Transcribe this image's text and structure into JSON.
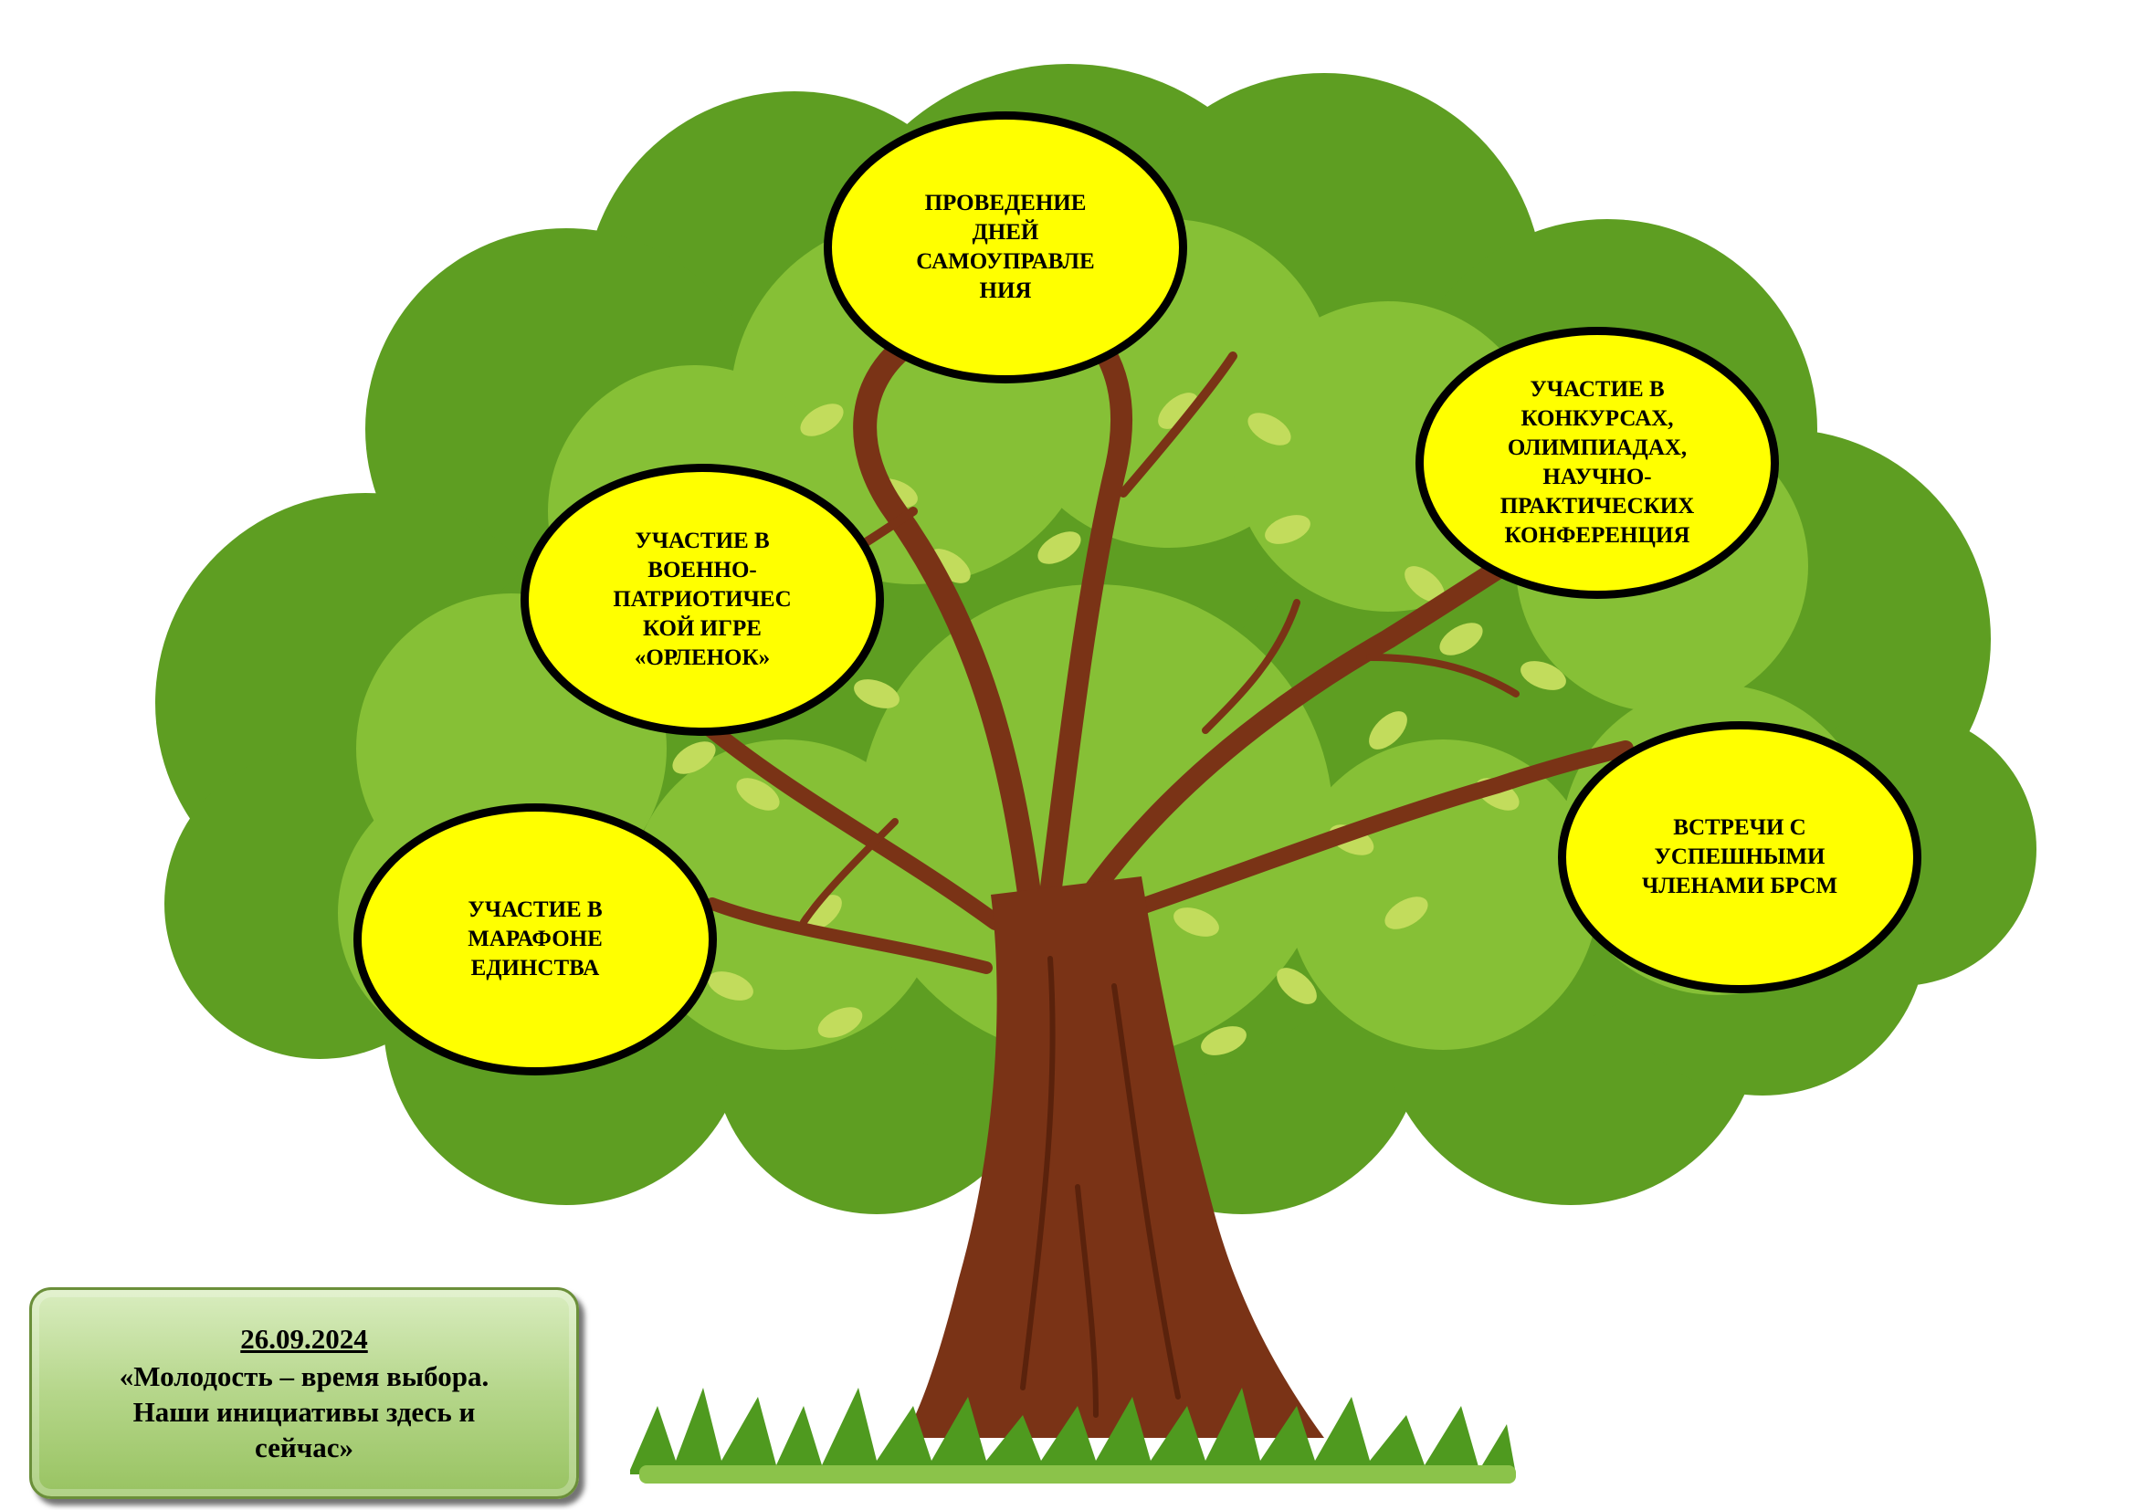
{
  "bubbles": {
    "top": "ПРОВЕДЕНИЕ\nДНЕЙ\nСАМОУПРАВЛЕ\nНИЯ",
    "right": "УЧАСТИЕ В\nКОНКУРСАХ,\nОЛИМПИАДАХ,\nНАУЧНО-\nПРАКТИЧЕСКИХ\nКОНФЕРЕНЦИЯ",
    "left": "УЧАСТИЕ В\nВОЕННО-\nПАТРИОТИЧЕС\nКОЙ ИГРЕ\n«ОРЛЕНОК»",
    "right_lower": "ВСТРЕЧИ С\nУСПЕШНЫМИ\nЧЛЕНАМИ БРСМ",
    "left_lower": "УЧАСТИЕ В\nМАРАФОНЕ\nЕДИНСТВА"
  },
  "caption": {
    "date": "26.09.2024",
    "text": "«Молодость – время выбора.\nНаши инициативы здесь и\nсейчас»"
  },
  "colors": {
    "crown_dark": "#5e9e22",
    "crown_light": "#86c036",
    "leaf": "#c2dc5c",
    "trunk": "#7a3316",
    "grass": "#4f9a1f",
    "bubble_fill": "#ffff00"
  }
}
